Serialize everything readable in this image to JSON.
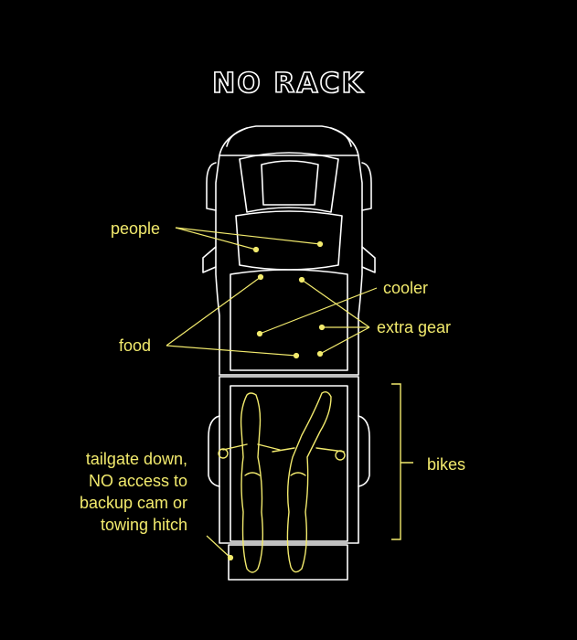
{
  "title": "NO RACK",
  "colors": {
    "background": "#000000",
    "outline": "#ffffff",
    "accent": "#f2ea6d"
  },
  "labels": {
    "people": "people",
    "cooler": "cooler",
    "food": "food",
    "extra_gear": "extra gear",
    "bikes": "bikes",
    "tailgate": [
      "tailgate down,",
      "NO access to",
      "backup cam or",
      "towing hitch"
    ]
  }
}
